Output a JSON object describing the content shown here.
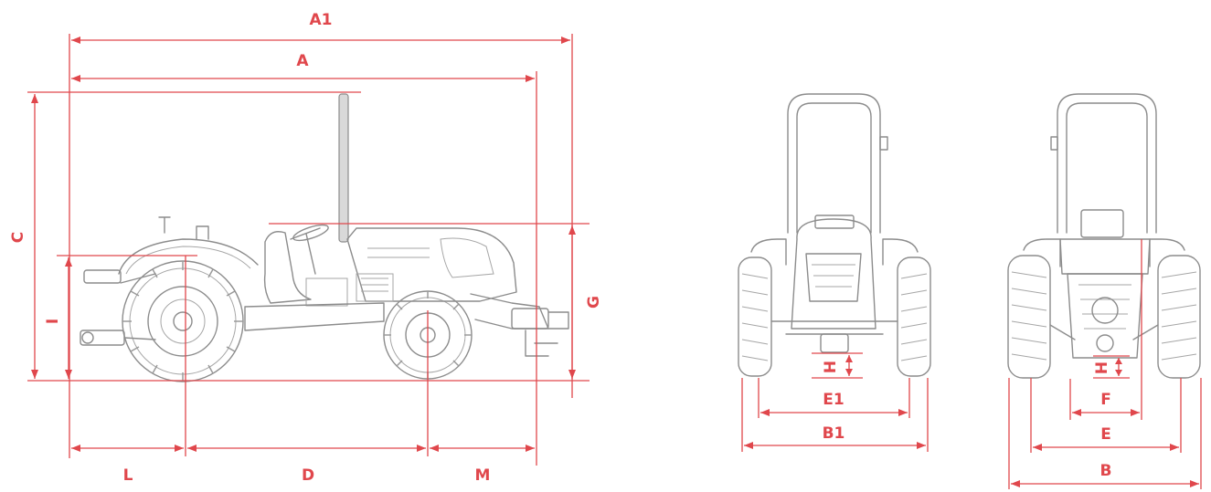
{
  "labels": {
    "A1": "A1",
    "A": "A",
    "C": "C",
    "I": "I",
    "G": "G",
    "L": "L",
    "D": "D",
    "M": "M",
    "E1": "E1",
    "B1": "B1",
    "H_front": "H",
    "H_rear": "H",
    "F": "F",
    "E": "E",
    "B": "B"
  },
  "colors": {
    "dimension": "#e0474c",
    "tractor": "#8c8c8c"
  }
}
